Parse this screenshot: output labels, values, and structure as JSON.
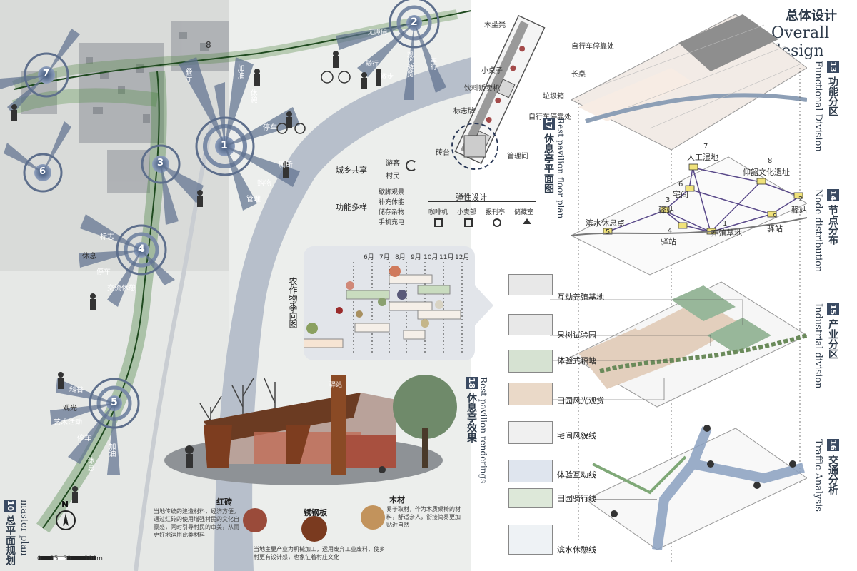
{
  "header": {
    "title_cn": "总体设计",
    "title_en": "Overall design"
  },
  "sections": {
    "s13": {
      "num": "13",
      "cn": "功能分区",
      "en": "Functional Division"
    },
    "s14": {
      "num": "14",
      "cn": "节点分布",
      "en": "Node distribution"
    },
    "s15": {
      "num": "15",
      "cn": "产业分区",
      "en": "Industrial division"
    },
    "s16": {
      "num": "16",
      "cn": "交通分析",
      "en": "Traffic Analysis"
    },
    "s17": {
      "num": "17",
      "cn": "休息亭平面图",
      "en": "Rest pavilion floor plan"
    },
    "s18": {
      "num": "18",
      "cn": "休息亭效果",
      "en": "Rest pavilion renderings"
    },
    "s10": {
      "num": "10",
      "cn": "总平面规划",
      "en": "master plan"
    }
  },
  "masterplan": {
    "nodes": [
      "1",
      "2",
      "3",
      "4",
      "5",
      "6",
      "7",
      "8"
    ],
    "labels": {
      "n1": [
        "餐厅",
        "加油",
        "休憩",
        "停车",
        "厕所",
        "购物",
        "管理"
      ],
      "n2": [
        "无障碍",
        "骑行",
        "散步",
        "观光游览",
        "车行"
      ],
      "n4": [
        "标志",
        "休息",
        "停车",
        "交流休憩"
      ],
      "n5": [
        "科普",
        "观光",
        "艺术活动",
        "停车",
        "休息",
        "加油"
      ]
    },
    "scale": {
      "ticks": [
        "0",
        "25",
        "50",
        "100m"
      ],
      "north": "N"
    }
  },
  "pavilion_plan": {
    "labels": [
      "木坐凳",
      "自行车停靠处",
      "小桌子",
      "长桌",
      "饮料贩卖机",
      "垃圾箱",
      "标志牌",
      "自行车停靠处",
      "砖台",
      "管理间"
    ],
    "share": {
      "title": "城乡共享",
      "items": [
        "游客",
        "村民"
      ]
    },
    "multi": {
      "title": "功能多样",
      "items": [
        "歇脚观景",
        "补充体能",
        "储存杂物",
        "手机充电"
      ]
    },
    "flex": {
      "title": "弹性设计",
      "items": [
        "咖啡机",
        "小卖部",
        "报刊亭",
        "储藏室"
      ]
    }
  },
  "crops": {
    "title": "农作物季向图",
    "months": [
      "6月",
      "7月",
      "8月",
      "9月",
      "10月",
      "11月",
      "12月"
    ]
  },
  "nodes_map": {
    "labels": [
      {
        "num": "7",
        "name": "人工湿地"
      },
      {
        "num": "8",
        "name": "仰韶文化遗址"
      },
      {
        "num": "6",
        "name": "宅间"
      },
      {
        "num": "3",
        "name": "驿站"
      },
      {
        "num": "2",
        "name": "驿站"
      },
      {
        "num": "5",
        "name": "滨水休息点"
      },
      {
        "num": "4",
        "name": "驿站"
      },
      {
        "num": "1",
        "name": "养殖基地"
      },
      {
        "num": "9",
        "name": "驿站"
      }
    ]
  },
  "industry": {
    "items": [
      "互动养殖基地",
      "果树试验园",
      "体验式藕塘",
      "田园风光观赏"
    ]
  },
  "traffic": {
    "items": [
      "宅间风貌线",
      "体验互动线",
      "田园骑行线",
      "滨水休憩线"
    ]
  },
  "materials": [
    {
      "name": "红砖",
      "desc": "当地传统的建造材料，经济方便。通过红砖的使用增强村民的文化自豪感，同时引导村民的审美，从而更好地运用此类材料",
      "color": "#9a4b3a"
    },
    {
      "name": "锈钢板",
      "desc": "当地主要产业为机械加工，运用废弃工业废料，使乡村更有设计感，也象征着村庄文化",
      "color": "#7a3a1f"
    },
    {
      "name": "木材",
      "desc": "易于取材，作为木质桌椅的材料，舒适亲人，衔接简易更加贴近自然",
      "color": "#c2935c"
    }
  ],
  "pavilion_sign": "驿站"
}
